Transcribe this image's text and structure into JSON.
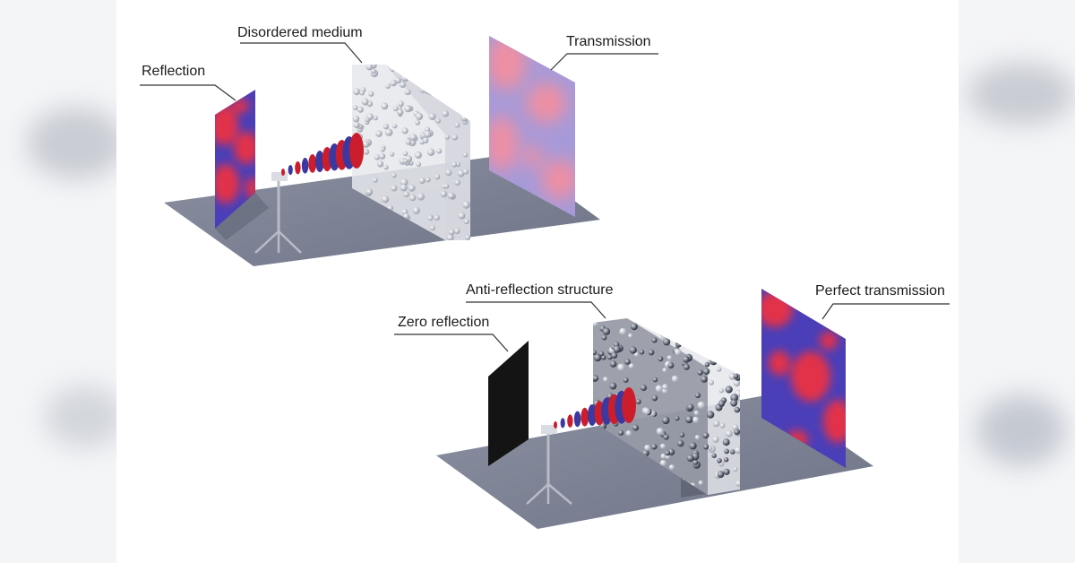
{
  "labels": {
    "reflection": "Reflection",
    "disordered_medium": "Disordered medium",
    "transmission": "Transmission",
    "anti_reflection_structure": "Anti-reflection structure",
    "zero_reflection": "Zero reflection",
    "perfect_transmission": "Perfect transmission"
  },
  "colors": {
    "floor": "#7f8595",
    "wave_red": "#cc1d2c",
    "wave_blue": "#3b38a0",
    "pattern_red": "#e2304a",
    "pattern_blue": "#4a3fb8",
    "soft_pink": "#ef8fa3",
    "soft_lavender": "#a79ad8",
    "zero_panel": "#141414",
    "anti_reflection_block": "#5e6475",
    "medium_glass": "#e6e7ec"
  }
}
